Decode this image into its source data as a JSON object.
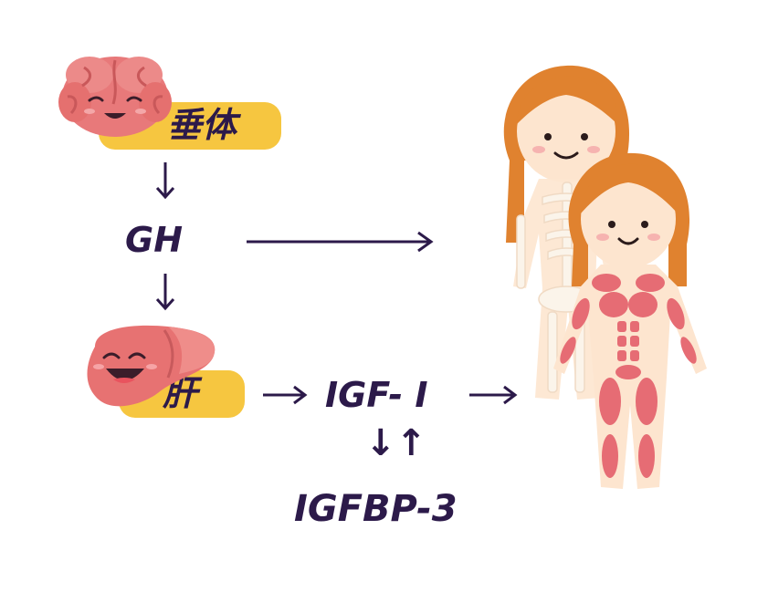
{
  "labels": {
    "pituitary": "垂体",
    "gh": "GH",
    "liver": "肝",
    "igf1": "IGF- I",
    "igfbp3": "IGFBP-3",
    "bidirectional": "↓↑"
  },
  "colors": {
    "text": "#2c1a4a",
    "pill": "#f6c640",
    "brain": "#e8797a",
    "liver": "#e77272",
    "hair": "#e0822f",
    "skin": "#fde5cf",
    "muscle": "#e66c74"
  },
  "icons": [
    "brain-icon",
    "liver-icon",
    "girl-skeleton-figure",
    "girl-muscle-figure"
  ]
}
